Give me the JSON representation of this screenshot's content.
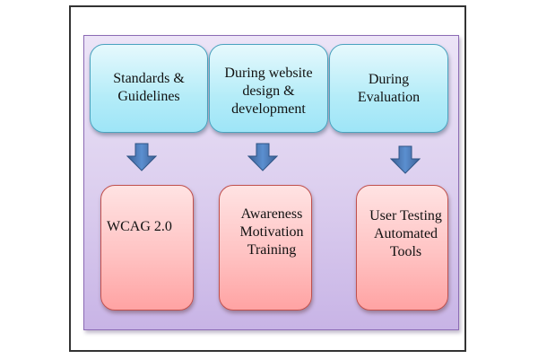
{
  "diagram": {
    "top_row": [
      {
        "label": "Standards &\nGuidelines"
      },
      {
        "label": "During website\ndesign &\ndevelopment"
      },
      {
        "label": "During\nEvaluation"
      }
    ],
    "bottom_row": [
      {
        "label": "WCAG 2.0"
      },
      {
        "label": "Awareness\nMotivation\nTraining"
      },
      {
        "label": "User Testing\nAutomated\nTools"
      }
    ],
    "arrows": [
      "down-arrow",
      "down-arrow",
      "down-arrow"
    ],
    "colors": {
      "panel": "#ddd0ef",
      "top_box": "#b4ecf8",
      "top_box_border": "#4aa3bf",
      "bottom_box": "#ffc3c3",
      "bottom_box_border": "#c0504d",
      "arrow": "#3f6ea8"
    }
  }
}
